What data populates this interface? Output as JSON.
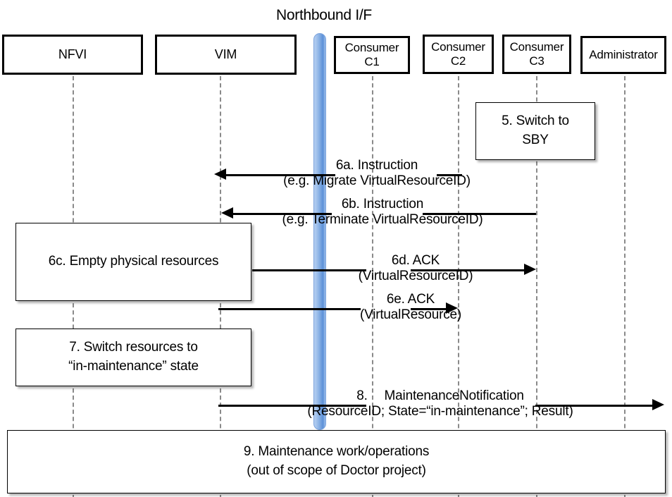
{
  "title": "Northbound I/F",
  "actors": [
    {
      "name": "nfvi",
      "label": "NFVI"
    },
    {
      "name": "vim",
      "label": "VIM"
    },
    {
      "name": "consumer-c1",
      "label": "Consumer\nC1"
    },
    {
      "name": "consumer-c2",
      "label": "Consumer\nC2"
    },
    {
      "name": "consumer-c3",
      "label": "Consumer\nC3"
    },
    {
      "name": "administrator",
      "label": "Administrator"
    }
  ],
  "actor_labels": {
    "nfvi": "NFVI",
    "vim": "VIM",
    "consumer_c1_line1": "Consumer",
    "consumer_c1_line2": "C1",
    "consumer_c2_line1": "Consumer",
    "consumer_c2_line2": "C2",
    "consumer_c3_line1": "Consumer",
    "consumer_c3_line2": "C3",
    "administrator": "Administrator"
  },
  "notes": {
    "step5": {
      "line1": "5. Switch to",
      "line2": "SBY"
    },
    "step6c": {
      "line1": "6c. Empty physical resources"
    },
    "step7": {
      "line1": "7. Switch resources to",
      "line2": "“in-maintenance” state"
    },
    "step9": {
      "line1": "9. Maintenance work/operations",
      "line2": "(out of scope of Doctor project)"
    }
  },
  "messages": {
    "m6a": {
      "line1": "6a. Instruction",
      "line2": "(e.g. Migrate VirtualResourceID)"
    },
    "m6b": {
      "line1": "6b. Instruction",
      "line2": "(e.g. Terminate VirtualResourceID)"
    },
    "m6d": {
      "line1": "6d. ACK",
      "line2": "(VirtualResourceID)"
    },
    "m6e": {
      "line1": "6e. ACK",
      "line2": "(VirtualResource)"
    },
    "m8": {
      "line1": "8.  MaintenanceNotification",
      "line2": "(ResourceID; State=“in-maintenance”; Result)"
    }
  },
  "colors": {
    "northbound_bar": "#7ba7e0",
    "actor_border": "#000000",
    "lifeline": "#8a8a8a",
    "message_line": "#000000",
    "background": "#ffffff"
  }
}
